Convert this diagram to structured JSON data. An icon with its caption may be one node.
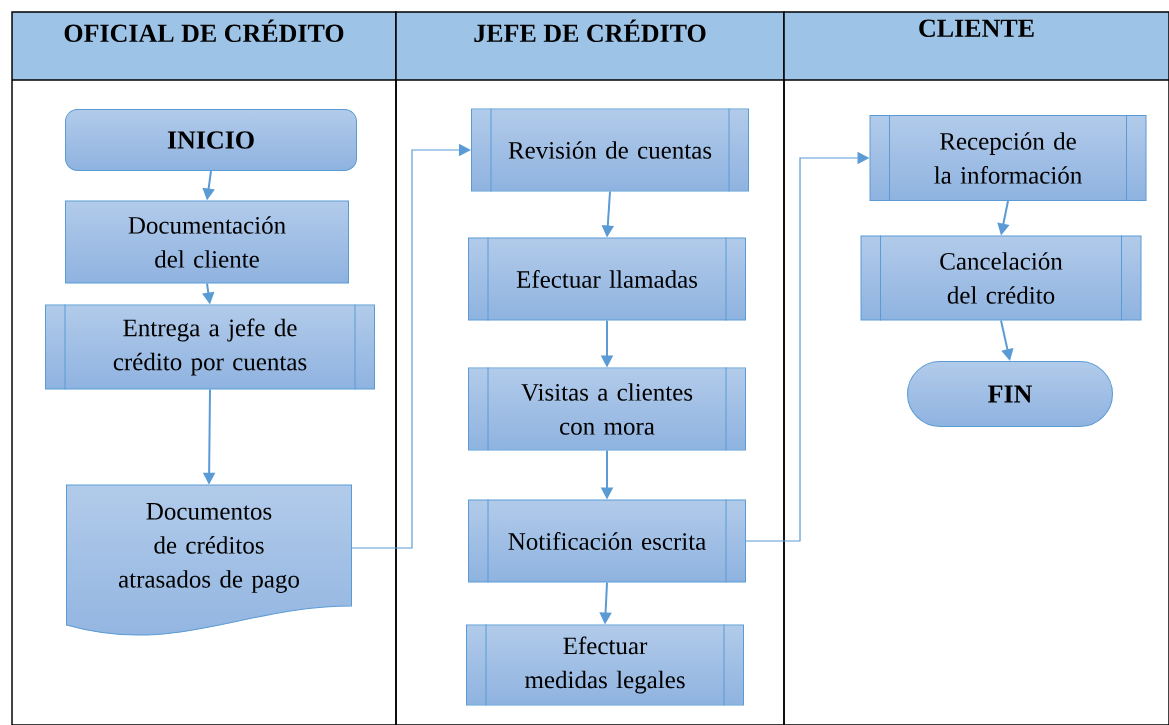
{
  "diagram": {
    "nodes": [
      {
        "text": [
          "OFICIAL DE CRÉDITO"
        ]
      },
      {
        "text": [
          "JEFE DE CRÉDITO"
        ]
      },
      {
        "text": [
          "CLIENTE"
        ]
      },
      {
        "text": [
          "INICIO"
        ],
        "in": 0
      },
      {
        "text": [
          "Documentación del cliente"
        ],
        "in": 0
      },
      {
        "text": [
          "Entrega a jefe de crédito por cuentas"
        ],
        "in": 0
      },
      {
        "text": [
          "Documentos de créditos atrasados de pago"
        ],
        "in": 0
      },
      {
        "text": [
          "Revisión de cuentas"
        ],
        "in": 1
      },
      {
        "text": [
          "Efectuar llamadas"
        ],
        "in": 1
      },
      {
        "text": [
          "Visitas a clientes con mora"
        ],
        "in": 1
      },
      {
        "text": [
          "Notificación escrita"
        ],
        "in": 1
      },
      {
        "text": [
          "Efectuar medidas legales"
        ],
        "in": 1
      },
      {
        "text": [
          "Recepción de la información"
        ],
        "in": 2
      },
      {
        "text": [
          "Cancelación del crédito"
        ],
        "in": 2
      },
      {
        "text": [
          "FIN"
        ],
        "in": 2
      }
    ],
    "edges": [
      {
        "from": 3,
        "to": 4,
        "arrow": "to"
      },
      {
        "from": 4,
        "to": 5,
        "arrow": "to"
      },
      {
        "from": 5,
        "to": 6,
        "arrow": "to"
      },
      {
        "from": 6,
        "to": 7,
        "arrow": "to"
      },
      {
        "from": 7,
        "to": 8,
        "arrow": "to"
      },
      {
        "from": 8,
        "to": 9,
        "arrow": "to"
      },
      {
        "from": 9,
        "to": 10,
        "arrow": "to"
      },
      {
        "from": 10,
        "to": 11,
        "arrow": "to"
      },
      {
        "from": 10,
        "to": 12,
        "arrow": "to"
      },
      {
        "from": 12,
        "to": 13,
        "arrow": "to"
      },
      {
        "from": 13,
        "to": 14,
        "arrow": "to"
      }
    ]
  }
}
